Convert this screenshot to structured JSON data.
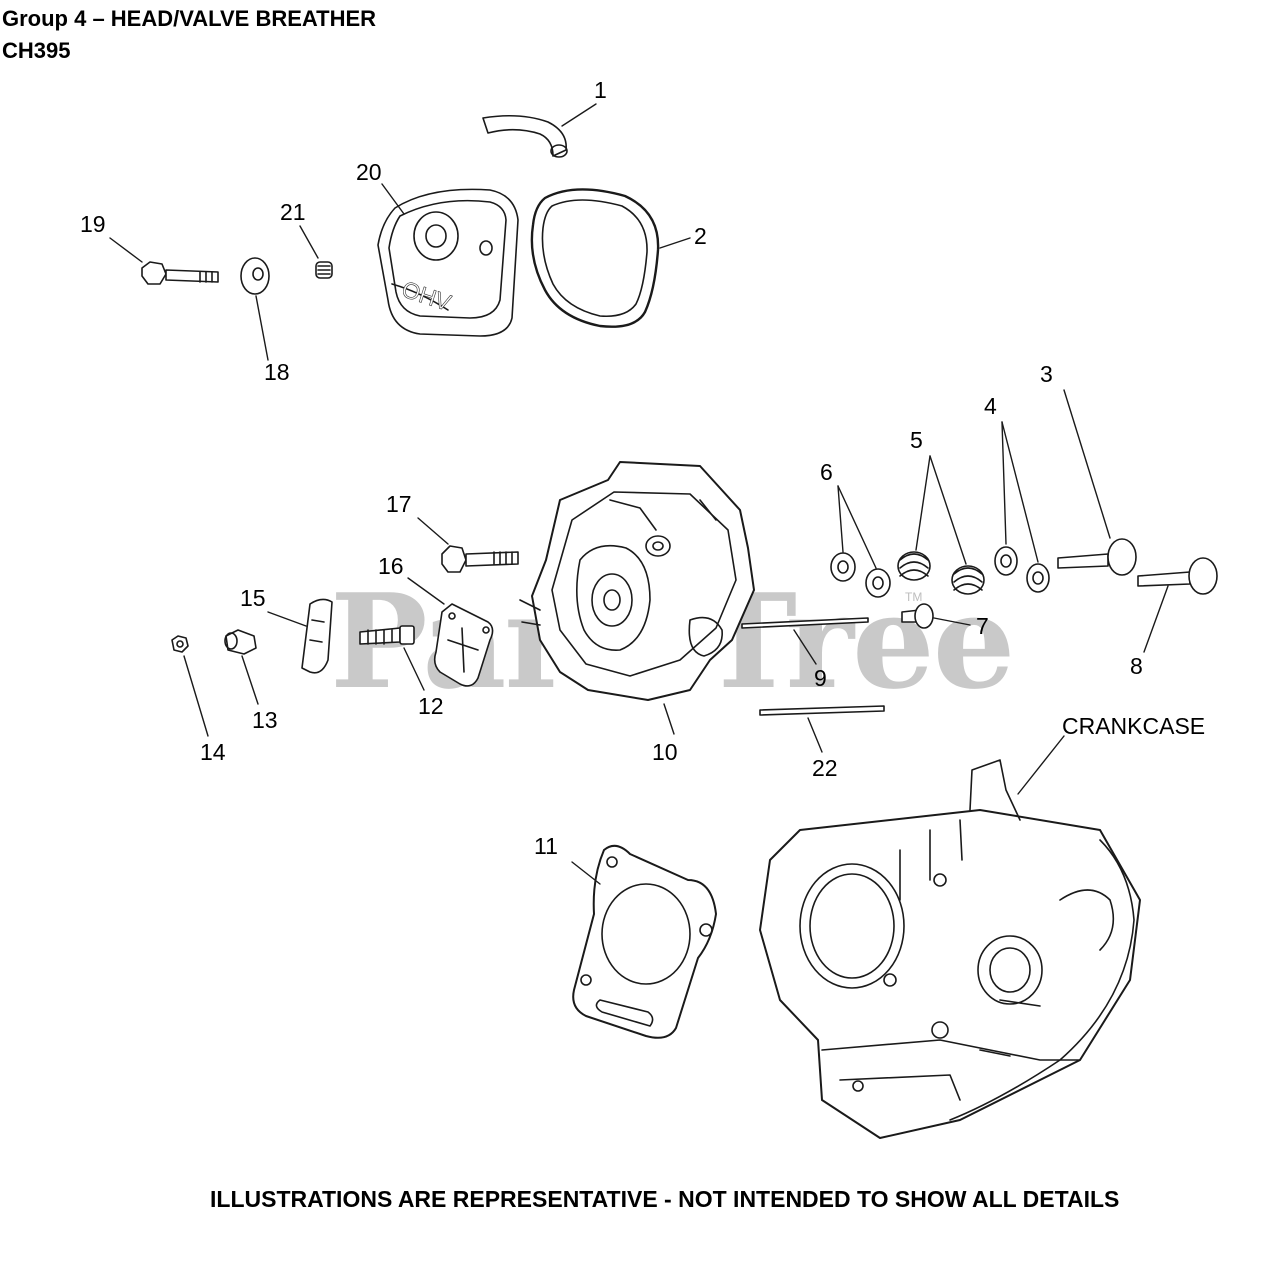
{
  "header": {
    "title": "Group 4 – HEAD/VALVE BREATHER",
    "model": "CH395"
  },
  "watermark": {
    "text": "PartsTree",
    "mark": "TM"
  },
  "callouts": [
    "1",
    "2",
    "3",
    "4",
    "5",
    "6",
    "7",
    "8",
    "9",
    "10",
    "11",
    "12",
    "13",
    "14",
    "15",
    "16",
    "17",
    "18",
    "19",
    "20",
    "21",
    "22",
    "CRANKCASE"
  ],
  "parts": {
    "p1": "breather-tube",
    "p2": "valve-cover-gasket",
    "p20": "valve-cover-ohv"
  },
  "cover_logo": "OHV",
  "footer": {
    "note": "ILLUSTRATIONS ARE REPRESENTATIVE - NOT INTENDED TO SHOW ALL DETAILS"
  }
}
